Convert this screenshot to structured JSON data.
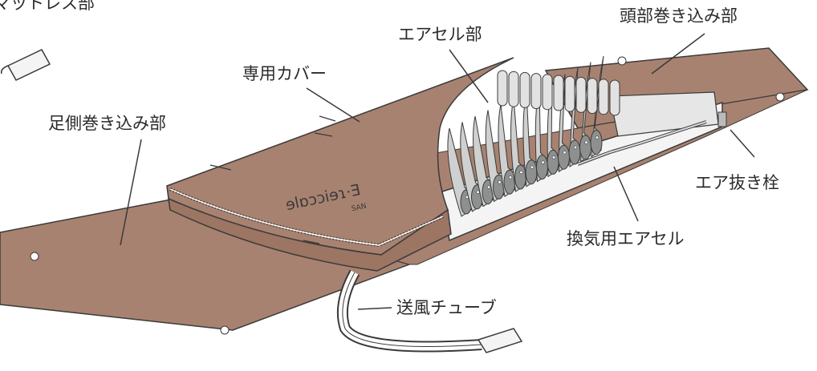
{
  "labels": {
    "mattress": "マットレス部",
    "foot_rollin": "足側巻き込み部",
    "cover": "専用カバー",
    "air_cell": "エアセル部",
    "head_rollin": "頭部巻き込み部",
    "air_valve": "エア抜き栓",
    "vent_cell": "換気用エアセル",
    "tube": "送風チューブ"
  },
  "cover_print": {
    "brand": "ɘlɒɔɔiɘɿ·Ǝ",
    "sub": "SAN"
  },
  "colors": {
    "sheet": "#a88270",
    "sheet_edge": "#6e4f41",
    "cell": "#cfd0d0",
    "cell_dark": "#8e8f8f",
    "line": "#3a3a3a"
  }
}
